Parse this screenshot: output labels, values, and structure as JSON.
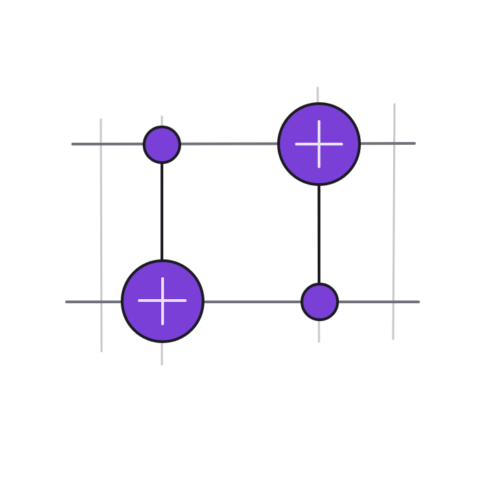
{
  "diagram": {
    "description": "",
    "qubits": 2,
    "gates": [
      {
        "kind": "cnot",
        "control_wire": 0,
        "target_wire": 1
      },
      {
        "kind": "cnot",
        "control_wire": 1,
        "target_wire": 0
      }
    ],
    "colors": {
      "node_fill": "#7a3fd6",
      "node_stroke": "#1b1b22",
      "wire": "#6f7279",
      "guide": "#c9c9cc",
      "connector": "#1b1b22",
      "plus_mark": "#e9e2f8",
      "background": "#ffffff"
    }
  }
}
